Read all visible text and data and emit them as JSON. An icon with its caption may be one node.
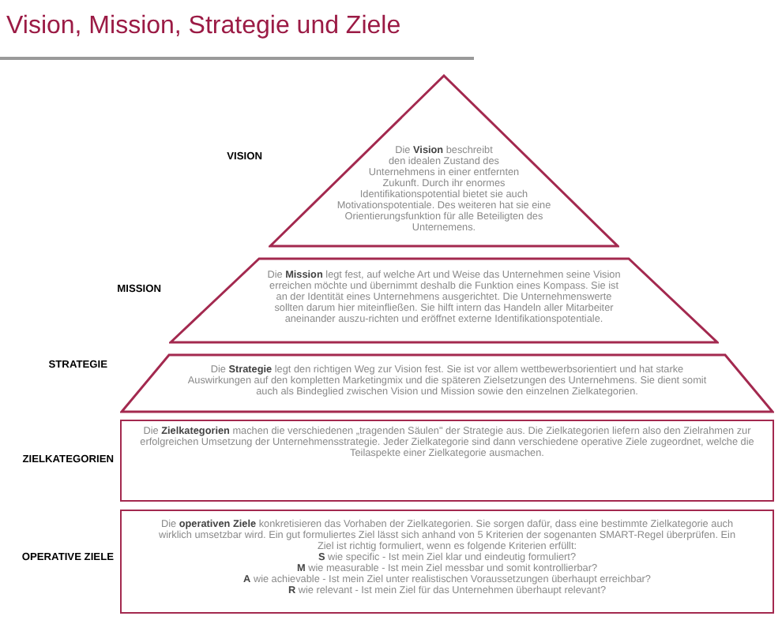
{
  "diagram": {
    "title": "Vision, Mission, Strategie und Ziele",
    "nodes": [
      {
        "text": [
          "Die **Vision** beschreibt den idealen Zustand des Unternehmens in einer entfernten Zukunft. Durch ihr enormes Identifikationspotential bietet sie auch Motivationspotentiale. Des weiteren hat sie eine Orientierungsfunktion für alle Beteiligten des Unternemens."
        ],
        "beside": [
          "VISION"
        ]
      },
      {
        "text": [
          "Die **Mission** legt fest, auf welche Art und Weise das Unternehmen seine Vision erreichen möchte und übernimmt deshalb die Funktion eines Kompass. Sie ist an der Identität eines Unternehmens ausgerichtet. Die Unternehmenswerte sollten darum hier miteinfließen. Sie hilft intern das Handeln aller Mitarbeiter aneinander auszu-richten und eröffnet externe Identifikationspotentiale."
        ],
        "beside": [
          "MISSION"
        ]
      },
      {
        "text": [
          "Die **Strategie** legt den richtigen Weg zur Vision fest. Sie ist vor allem wettbewerbsorientiert und hat starke Auswirkungen auf den kompletten Marketingmix und die späteren Zielsetzungen des Unternehmens. Sie dient somit auch als Bindeglied zwischen Vision und Mission sowie den einzelnen Zielkategorien."
        ],
        "beside": [
          "STRATEGIE"
        ]
      },
      {
        "text": [
          "Die **Zielkategorien** machen die verschiedenen „tragenden Säulen\" der Strategie aus. Die Zielkategorien liefern also den Zielrahmen zur erfolgreichen Umsetzung der Unternehmensstrategie. Jeder Zielkategorie sind dann verschiedene operative Ziele zugeordnet, welche die Teilaspekte einer Zielkategorie ausmachen."
        ],
        "beside": [
          "ZIELKATEGORIEN"
        ]
      },
      {
        "text": [
          "Die **operativen Ziele** konkretisieren das Vorhaben der Zielkategorien. Sie sorgen dafür, dass eine bestimmte Zielkategorie auch wirklich umsetzbar wird. Ein gut formuliertes Ziel lässt sich anhand von 5 Kriterien der sogenanten SMART-Regel überprüfen. Ein Ziel ist richtig formuliert, wenn es folgende Kriterien erfüllt:",
          "**S** wie specific - Ist mein Ziel klar und eindeutig formuliert?",
          "**M** wie measurable - Ist mein Ziel messbar und somit kontrollierbar?",
          "**A** wie achievable - Ist mein Ziel unter realistischen Voraussetzungen überhaupt erreichbar?",
          "**R** wie relevant - Ist mein Ziel für das Unternehmen überhaupt relevant?"
        ],
        "beside": [
          "OPERATIVE ZIELE"
        ]
      }
    ]
  }
}
